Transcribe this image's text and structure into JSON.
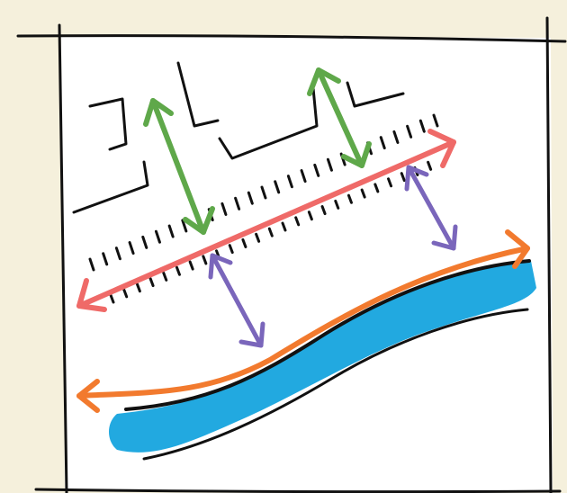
{
  "palette": {
    "background": "#f5f0dc",
    "panel": "#ffffff",
    "ink": "#111111",
    "river": "#22a9e0",
    "riverbank_arrow": "#f27a2e",
    "street_arrow": "#ef6a68",
    "gap_arrow": "#7a66bb",
    "building_arrow": "#5fa84a"
  },
  "diagram": {
    "elements": [
      "building-outlines",
      "sidewalk-hatching",
      "street-axis-arrow",
      "building-setback-arrows",
      "street-to-river-arrows",
      "riverbank-arrow",
      "river"
    ]
  }
}
